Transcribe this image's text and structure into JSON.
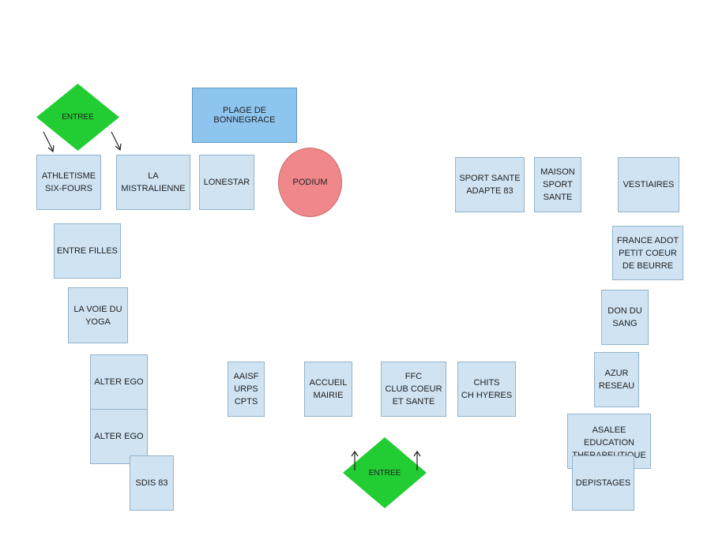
{
  "entrances": {
    "top": "ENTREE",
    "bottom": "ENTREE"
  },
  "beach": "PLAGE DE BONNEGRACE",
  "podium": "PODIUM",
  "stands": {
    "athletisme": "ATHLETISME\nSIX-FOURS",
    "mistralienne": "LA\nMISTRALIENNE",
    "lonestar": "LONESTAR",
    "entre_filles": "ENTRE FILLES",
    "voie_yoga": "LA VOIE DU\nYOGA",
    "alter_ego_1": "ALTER EGO",
    "alter_ego_2": "ALTER EGO",
    "sdis": "SDIS 83",
    "aaisf": "AAISF\nURPS\nCPTS",
    "accueil_mairie": "ACCUEIL\nMAIRIE",
    "ffc": "FFC\nCLUB COEUR\nET SANTE",
    "chits": "CHITS\nCH HYERES",
    "sport_sante_adapte": "SPORT SANTE\nADAPTE 83",
    "maison_sport_sante": "MAISON\nSPORT\nSANTE",
    "vestiaires": "VESTIAIRES",
    "france_adot": "FRANCE ADOT\nPETIT COEUR\nDE BEURRE",
    "don_du_sang": "DON DU\nSANG",
    "azur_reseau": "AZUR\nRESEAU",
    "asalee": "ASALEE\nEDUCATION\nTHERAPEUTIQUE",
    "depistages": "DEPISTAGES"
  },
  "colors": {
    "stand_fill": "#d0e3f2",
    "entrance_fill": "#22cc33",
    "beach_fill": "#8ec5ef",
    "podium_fill": "#f0888b"
  }
}
